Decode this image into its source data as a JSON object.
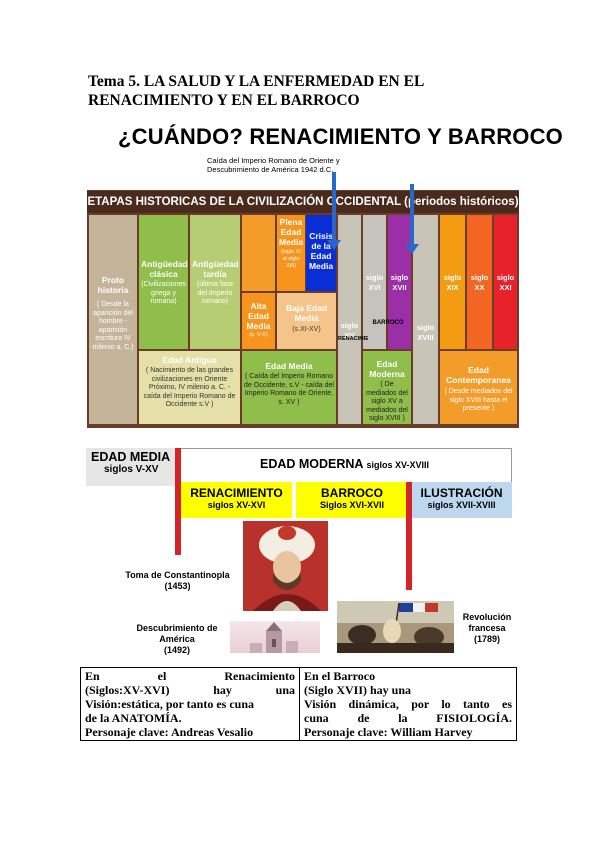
{
  "document": {
    "title_line1": "Tema 5. LA SALUD Y LA ENFERMEDAD EN EL",
    "title_line2": "RENACIMIENTO Y EN EL BARROCO",
    "section_heading": "¿CUÁNDO? RENACIMIENTO Y BARROCO"
  },
  "stages_chart": {
    "note_line1": "Caída del Imperio Romano de Oriente y",
    "note_line2": "Descubrimiento de América 1942 d.C.",
    "header": "ETAPAS HISTORICAS DE LA CIVILIZACIÓN OCCIDENTAL (periodos históricos)",
    "proto": {
      "title": "Proto historia",
      "detail": "( Desde la aparición del hombre - aparición escritura IV milenio a. C.)"
    },
    "clasica": {
      "title": "Antigüedad clásica",
      "detail": "(Civilizaciones griega y romana)"
    },
    "tardia": {
      "title": "Antigüedad tardía",
      "detail": "(última fase del Imperio romano)"
    },
    "plena": {
      "title": "Plena Edad Media",
      "detail": "(siglo XI al siglo XIII)"
    },
    "crisis": {
      "title": "Crisis de la Edad Media"
    },
    "alta": {
      "title": "Alta Edad Media",
      "detail": "(s. V-X)"
    },
    "baja": {
      "title": "Baja Edad Media",
      "detail": "(s.XI-XV)"
    },
    "edad_antigua": {
      "title": "Edad Antigua",
      "detail": "( Nacimiento de las grandes civilizaciones en Oriente Próximo, IV milenio a. C. - caída del Imperio Romano de Occidente s.V )"
    },
    "edad_media": {
      "title": "Edad Media",
      "detail": "( Caída del Imperio Romano de Occidente, s.V - caída del Imperio Romano de Oriente, s. XV )"
    },
    "s15": "siglo XV",
    "s16": "siglo XVI",
    "s17": "siglo XVII",
    "s18": "siglo XVIII",
    "s19": "siglo XIX",
    "s20": "siglo XX",
    "s21": "siglo XXI",
    "renacimiento_lbl": "RENACIMIENTO",
    "barroco_lbl": "BARROCO",
    "edad_moderna": {
      "title": "Edad Moderna",
      "detail": "( De mediados del siglo XV a mediados del siglo XVIII )"
    },
    "contemporanea": {
      "title": "Edad Contemporanea",
      "detail": "( Desde mediados del siglo XVIII hasta el presente )"
    }
  },
  "timeline": {
    "edad_media": "EDAD MEDIA",
    "edad_media_siglos": "siglos V-XV",
    "edad_moderna": "EDAD MODERNA",
    "edad_moderna_siglos": "siglos XV-XVIII",
    "renacimiento": "RENACIMIENTO",
    "renacimiento_siglos": "siglos XV-XVI",
    "barroco": "BARROCO",
    "barroco_siglos": "Siglos XVI-XVII",
    "ilustracion": "ILUSTRACIÓN",
    "ilustracion_siglos": "siglos XVII-XVIII",
    "event_constantinopla": "Toma de Constantinopla",
    "event_constantinopla_year": "(1453)",
    "event_america_1": "Descubrimiento de",
    "event_america_2": "América",
    "event_america_year": "(1492)",
    "event_revolucion_1": "Revolución",
    "event_revolucion_2": "francesa",
    "event_revolucion_year": "(1789)",
    "colors": {
      "renacimiento": "#ffff00",
      "barroco": "#ffff00",
      "ilustracion": "#bdd7ee",
      "marker": "#d4242a"
    }
  },
  "comparison": {
    "renacimiento_l1": "En el Renacimiento",
    "renacimiento_l2": "(Siglos:XV-XVI) hay una",
    "renacimiento_l3": "Visión:estática, por tanto es cuna",
    "renacimiento_l4": "de la ANATOMÍA.",
    "renacimiento_l5": "Personaje clave: Andreas Vesalio",
    "barroco_l1": "En el Barroco",
    "barroco_l2": "(Siglo XVII) hay una",
    "barroco_l3": "Visión dinámica, por lo tanto es",
    "barroco_l4": "cuna de la FISIOLOGÍA.",
    "barroco_l5": "Personaje clave: William Harvey"
  }
}
